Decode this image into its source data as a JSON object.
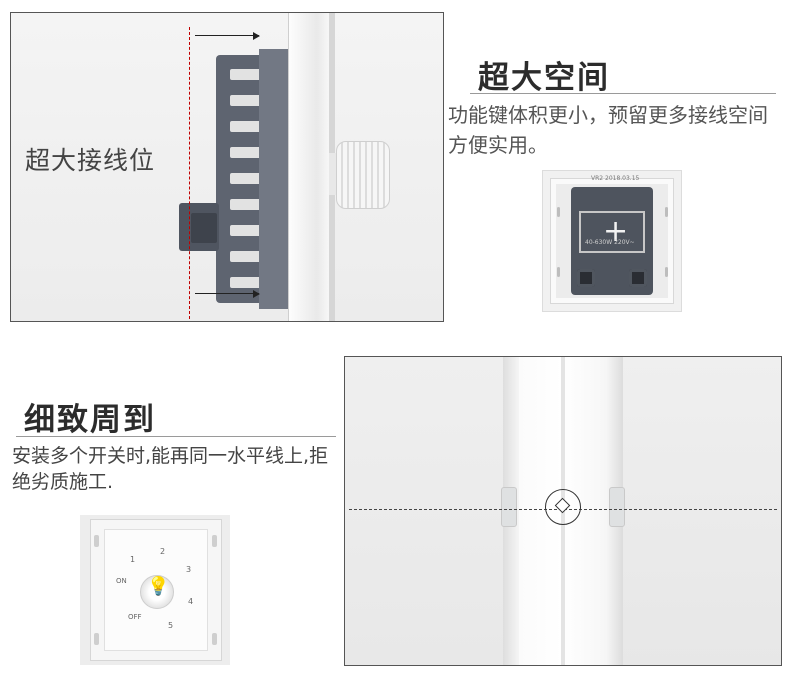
{
  "top_left_photo": {
    "label": "超大接线位"
  },
  "feature_space": {
    "title": "超大空间",
    "description": "功能键体积更小，预留更多接线空间方便实用。"
  },
  "back_panel": {
    "top_print": "VR2    2018.03.15",
    "spec_print": "40-630W  220V~"
  },
  "feature_detail": {
    "title": "细致周到",
    "description": "安装多个开关时,能再同一水平线上,拒绝劣质施工."
  },
  "dimmer": {
    "dial_numbers": [
      "1",
      "2",
      "3",
      "4",
      "5"
    ],
    "on_label": "ON",
    "off_label": "OFF"
  },
  "colors": {
    "module_gray": "#5e6470",
    "plate_white": "#f6f6f6",
    "guide_red": "#c00000",
    "title_text": "#2c2c2c"
  },
  "icons": {
    "arrow": "right-arrow-icon",
    "plus": "plus-icon",
    "bulb": "bulb-icon",
    "level": "level-circle-icon"
  }
}
